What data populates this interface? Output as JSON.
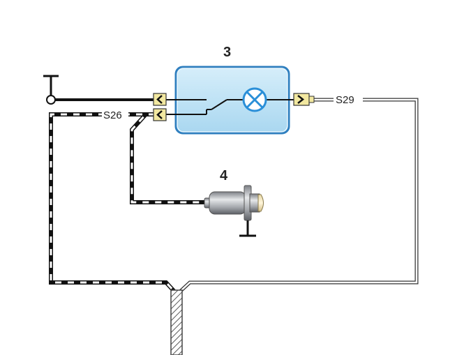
{
  "components": {
    "unit": {
      "number": "3"
    },
    "sensor": {
      "number": "4"
    }
  },
  "wires": {
    "left_lower": {
      "label": "S26"
    },
    "right": {
      "label": "S29"
    }
  },
  "colors": {
    "box_fill": "#bfe4f6",
    "box_border": "#2f7fbf",
    "lamp": "#2a8fd8",
    "connector": "#f2e8a0",
    "wire": "#111111",
    "ground_wire_stripe": "#888888"
  }
}
